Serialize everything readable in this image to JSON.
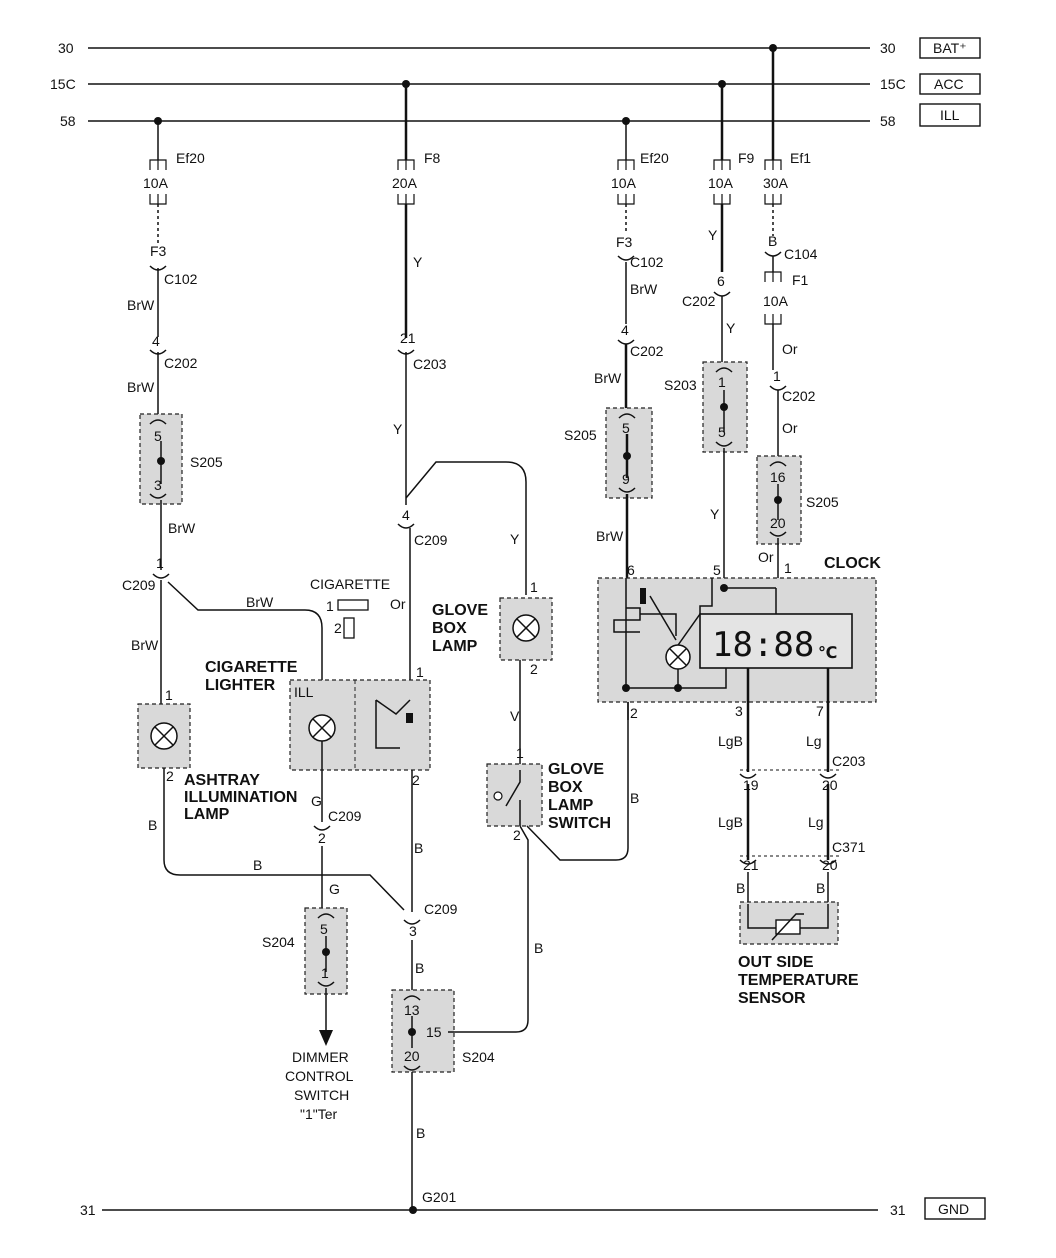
{
  "rails": {
    "r30": {
      "left": "30",
      "right": "30",
      "tag": "BAT⁺"
    },
    "r15": {
      "left": "15C",
      "right": "15C",
      "tag": "ACC"
    },
    "r58": {
      "left": "58",
      "right": "58",
      "tag": "ILL"
    },
    "r31": {
      "left": "31",
      "right": "31",
      "tag": "GND",
      "ground": "G201"
    }
  },
  "fuses": {
    "ef20a": {
      "name": "Ef20",
      "rating": "10A"
    },
    "f8": {
      "name": "F8",
      "rating": "20A"
    },
    "ef20b": {
      "name": "Ef20",
      "rating": "10A"
    },
    "f9": {
      "name": "F9",
      "rating": "10A"
    },
    "ef1": {
      "name": "Ef1",
      "rating": "30A"
    },
    "f1": {
      "name": "F1",
      "rating": "10A"
    }
  },
  "wires": {
    "brw": "BrW",
    "y": "Y",
    "or": "Or",
    "b": "B",
    "g": "G",
    "v": "V",
    "lgb": "LgB",
    "lg": "Lg"
  },
  "connectors": {
    "c102": "C102",
    "c202": "C202",
    "c203": "C203",
    "c209": "C209",
    "c104": "C104",
    "c371": "C371",
    "s205": "S205",
    "s203": "S203",
    "s204": "S204"
  },
  "pins": {
    "p1": "1",
    "p2": "2",
    "p3": "3",
    "p4": "4",
    "p5": "5",
    "p6": "6",
    "p7": "7",
    "p9": "9",
    "p13": "13",
    "p15": "15",
    "p16": "16",
    "p19": "19",
    "p20": "20",
    "p21": "21",
    "f3": "F3",
    "b": "B"
  },
  "components": {
    "cigarette": "CIGARETTE",
    "cig_lighter_1": "CIGARETTE",
    "cig_lighter_2": "LIGHTER",
    "ill": "ILL",
    "glove_lamp": [
      "GLOVE",
      "BOX",
      "LAMP"
    ],
    "glove_switch": [
      "GLOVE",
      "BOX",
      "LAMP",
      "SWITCH"
    ],
    "ashtray": [
      "ASHTRAY",
      "ILLUMINATION",
      "LAMP"
    ],
    "clock": "CLOCK",
    "clock_display": "18:88",
    "clock_unit": "℃",
    "temp_sensor": [
      "OUT SIDE",
      "TEMPERATURE",
      "SENSOR"
    ],
    "dimmer": [
      "DIMMER",
      "CONTROL",
      "SWITCH",
      "\"1\"Ter"
    ]
  }
}
